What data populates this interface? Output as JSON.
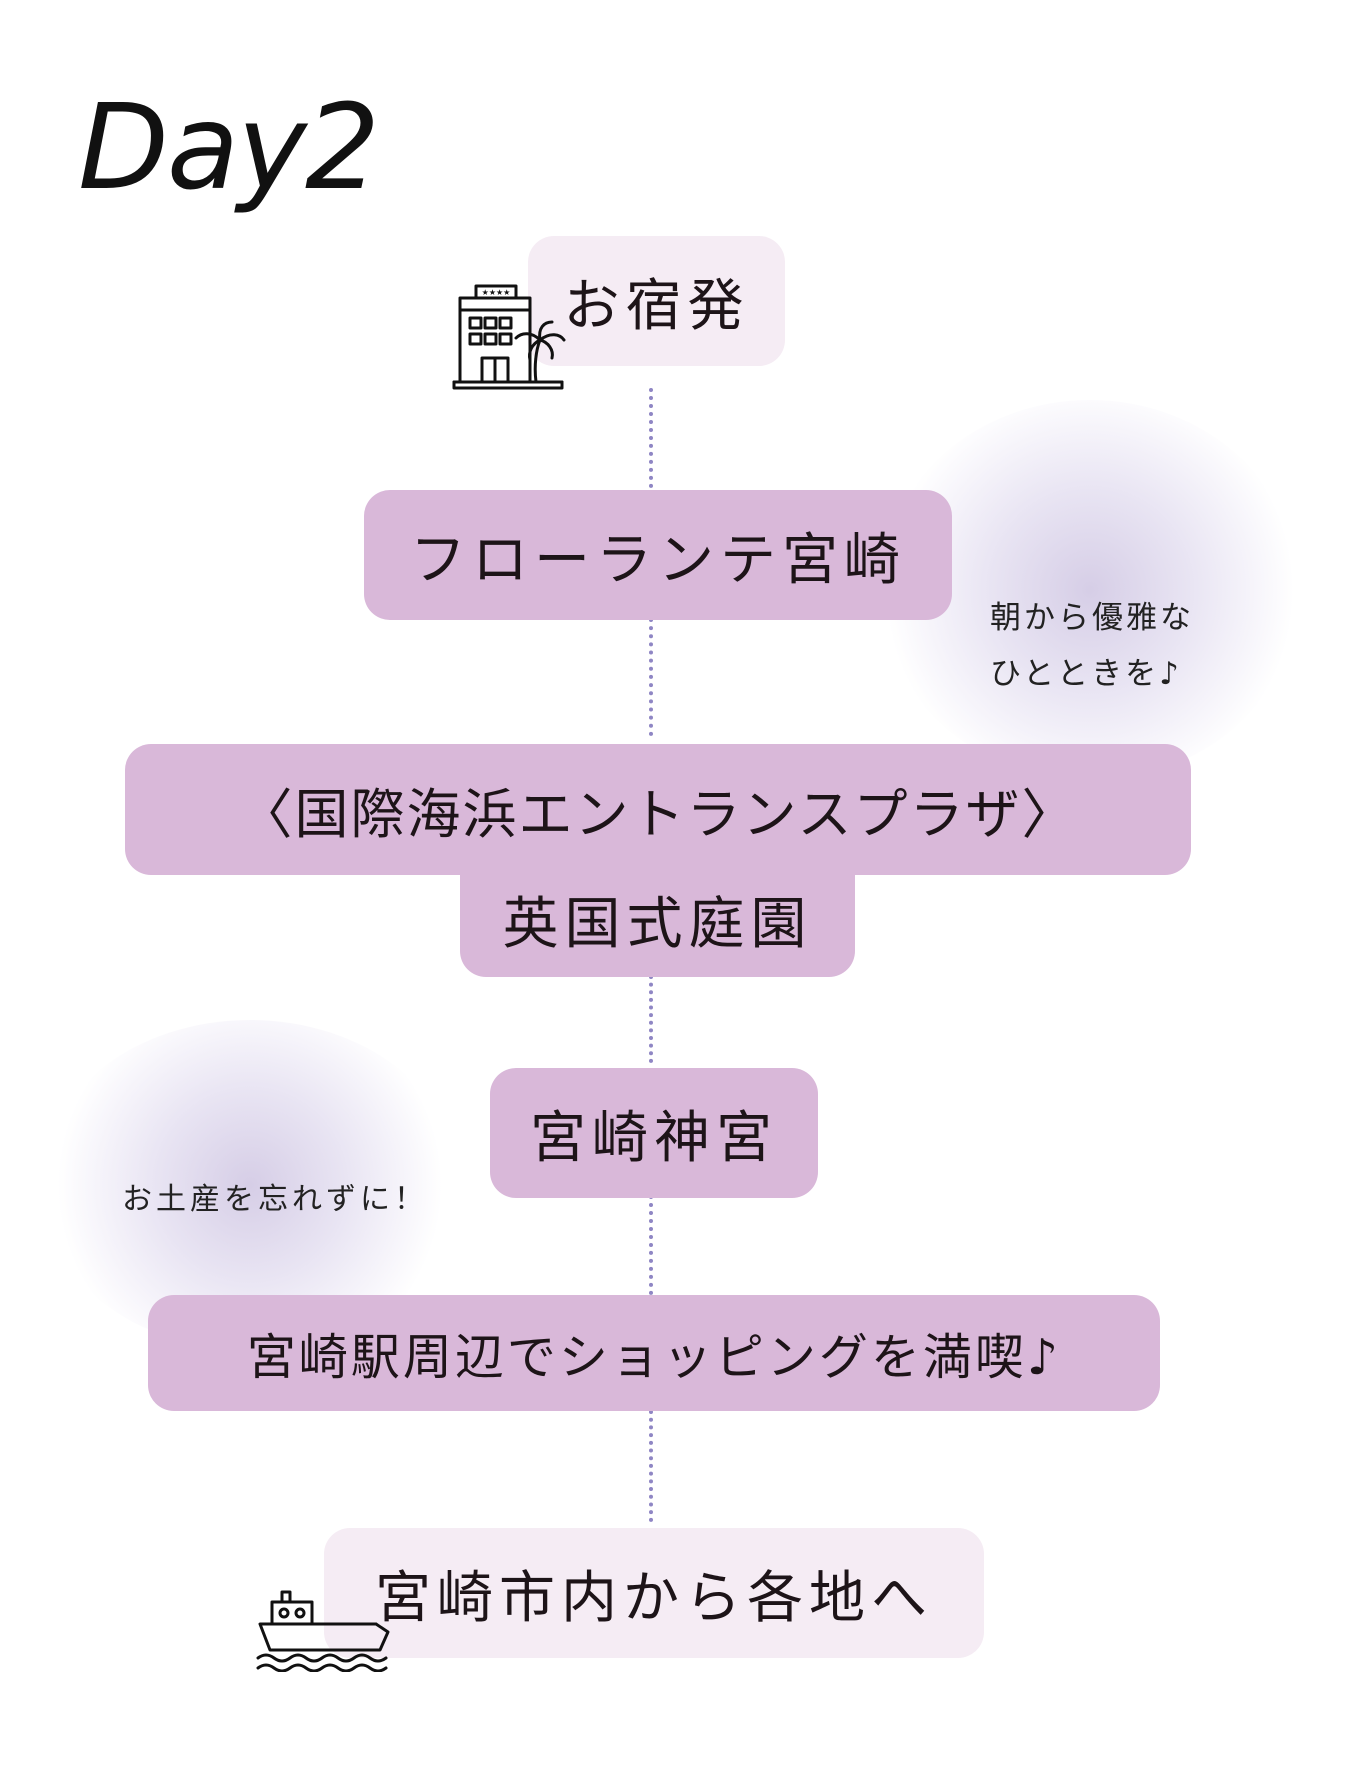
{
  "title": "Day2",
  "steps": {
    "start": "お宿発",
    "florante": "フローランテ宮崎",
    "garden_line1": "〈国際海浜エントランスプラザ〉",
    "garden_line2": "英国式庭園",
    "shrine": "宮崎神宮",
    "shopping": "宮崎駅周辺でショッピングを満喫♪",
    "end": "宮崎市内から各地へ"
  },
  "notes": {
    "morning_line1": "朝から優雅な",
    "morning_line2": "ひとときを♪",
    "souvenir": "お土産を忘れずに！"
  },
  "icons": {
    "hotel": "hotel-palm-icon",
    "ship": "ship-icon"
  },
  "colors": {
    "light_box": "#f5ecf4",
    "mid_box": "#d9b8d9",
    "dots": "#8f86c4",
    "blob": "#b4a5d2"
  }
}
